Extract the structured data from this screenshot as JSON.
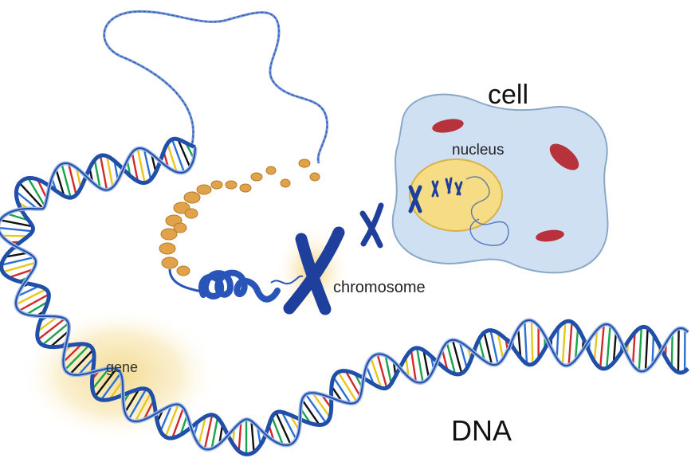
{
  "labels": {
    "cell": "cell",
    "nucleus": "nucleus",
    "chromosome": "chromosome",
    "gene": "gene",
    "dna": "DNA"
  },
  "colors": {
    "strand": "#1f4fa8",
    "cell_fill": "#cfe0f2",
    "nucleus_fill": "#f6dc84",
    "mitochondria": "#b8323c",
    "gene_glow": "#f3d98a",
    "histone": "#e0a24a",
    "chromosome": "#1f3f9c",
    "base_pairs": [
      "#d12a2a",
      "#1aa34a",
      "#111111",
      "#2a6fd1",
      "#e8c61c"
    ]
  }
}
